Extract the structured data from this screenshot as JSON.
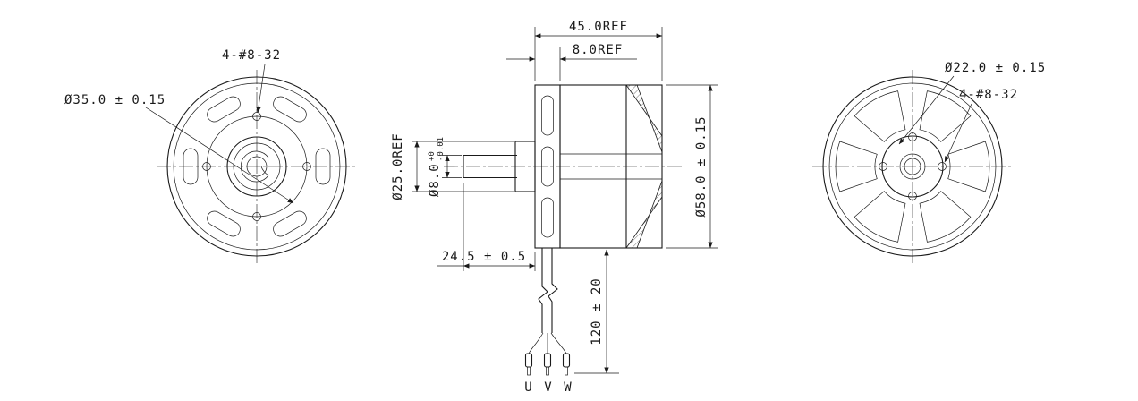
{
  "page": {
    "background": "#ffffff",
    "line_color": "#1a1a1a"
  },
  "views": {
    "front": {
      "diameter_label": "Ø35.0 ± 0.15",
      "holes_label": "4-#8-32"
    },
    "side": {
      "length_ref": "45.0REF",
      "plate_ref": "8.0REF",
      "boss_dia_ref": "Ø25.0REF",
      "shaft_dia": "Ø8.0",
      "shaft_tol_upper": "+0",
      "shaft_tol_lower": "-0.01",
      "shaft_length": "24.5 ± 0.5",
      "body_dia": "Ø58.0 ± 0.15",
      "wire_length": "120 ± 20",
      "wire_labels": [
        "U",
        "V",
        "W"
      ]
    },
    "rear": {
      "diameter_label": "Ø22.0 ± 0.15",
      "holes_label": "4-#8-32"
    }
  }
}
